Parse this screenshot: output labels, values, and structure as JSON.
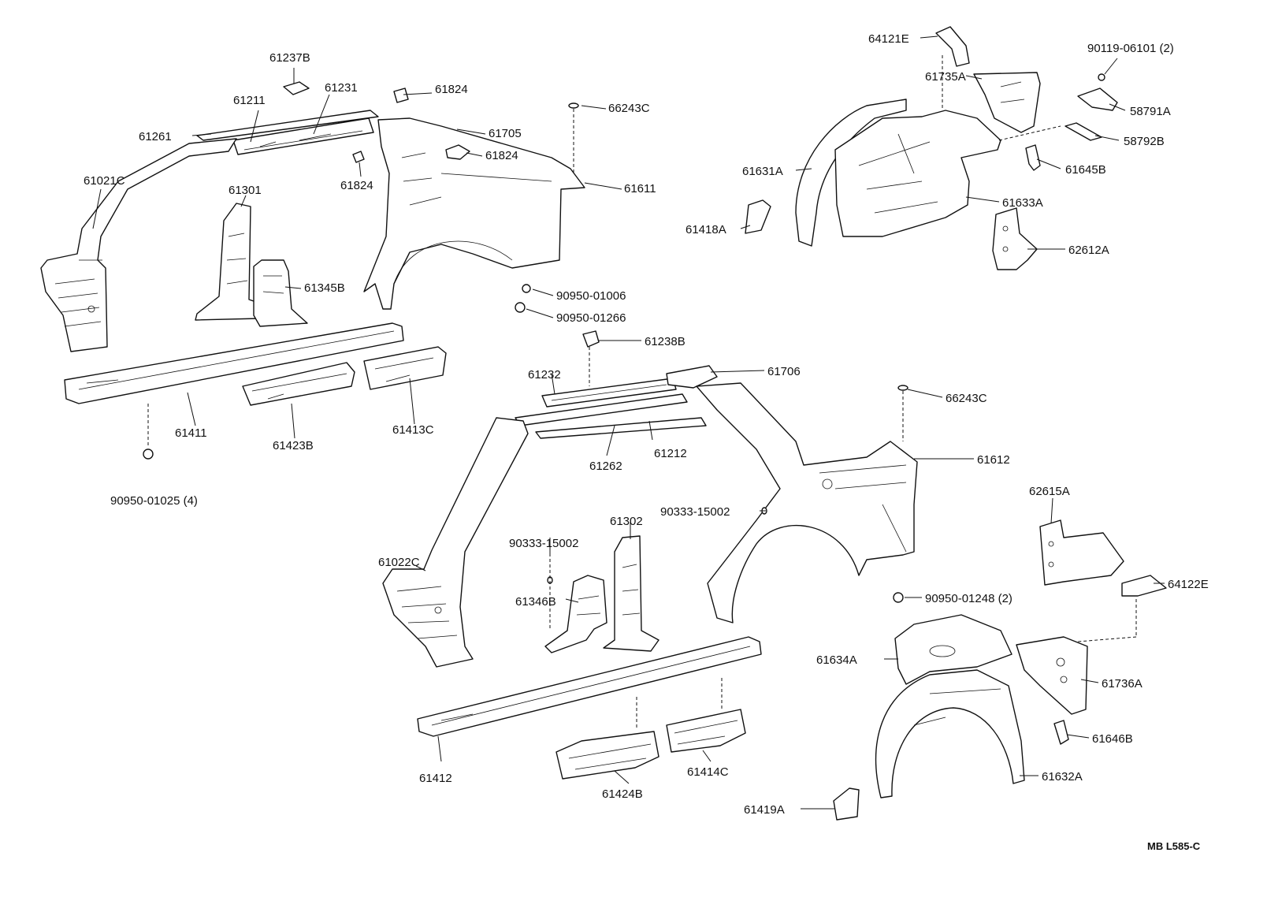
{
  "diagram_code": "MB L585-C",
  "labels": [
    "61237B",
    "61211",
    "61231",
    "61824",
    "61261",
    "61705",
    "66243C",
    "61824",
    "61824",
    "61611",
    "61021C",
    "61301",
    "61345B",
    "90950-01006",
    "90950-01266",
    "61411",
    "61423B",
    "61413C",
    "90950-01025 (4)",
    "64121E",
    "90119-06101 (2)",
    "61735A",
    "58791A",
    "58792B",
    "61631A",
    "61645B",
    "61633A",
    "61418A",
    "62612A",
    "61238B",
    "61232",
    "61706",
    "66243C",
    "61262",
    "61212",
    "61612",
    "90333-15002",
    "61302",
    "90333-15002",
    "61022C",
    "61346B",
    "62615A",
    "64122E",
    "90950-01248 (2)",
    "61634A",
    "61736A",
    "61646B",
    "61632A",
    "61412",
    "61424B",
    "61414C",
    "61419A"
  ]
}
